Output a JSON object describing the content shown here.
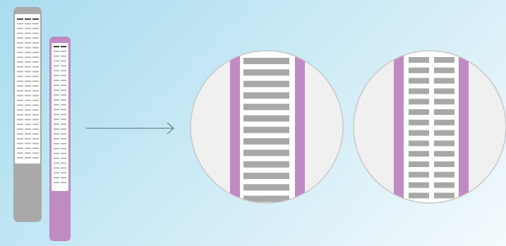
{
  "colors": {
    "background_start": "#a9dcee",
    "background_end": "#f4fafd",
    "gray_strip": "#a9a9a9",
    "purple_strip": "#c08ac3",
    "marker_gray": "#a8a8a8",
    "marker_dark": "#4a4a4a",
    "window_white": "#ffffff",
    "zoom_fill": "#f0f0f0",
    "zoom_border": "#c7c7c7",
    "arrow": "#5a6b78"
  },
  "icons": [
    "arrow-right-icon"
  ],
  "diagram": {
    "strips": [
      {
        "name": "gray-strip",
        "color_key": "gray_strip",
        "marker_columns": 3,
        "marker_rows": 30
      },
      {
        "name": "purple-strip",
        "color_key": "purple_strip",
        "marker_columns": 2,
        "marker_rows": 29
      }
    ],
    "zoom_views": [
      {
        "name": "zoom-single-column",
        "marker_columns": 1,
        "marker_rows": 13
      },
      {
        "name": "zoom-double-column",
        "marker_columns": 2,
        "marker_rows": 14
      }
    ]
  }
}
